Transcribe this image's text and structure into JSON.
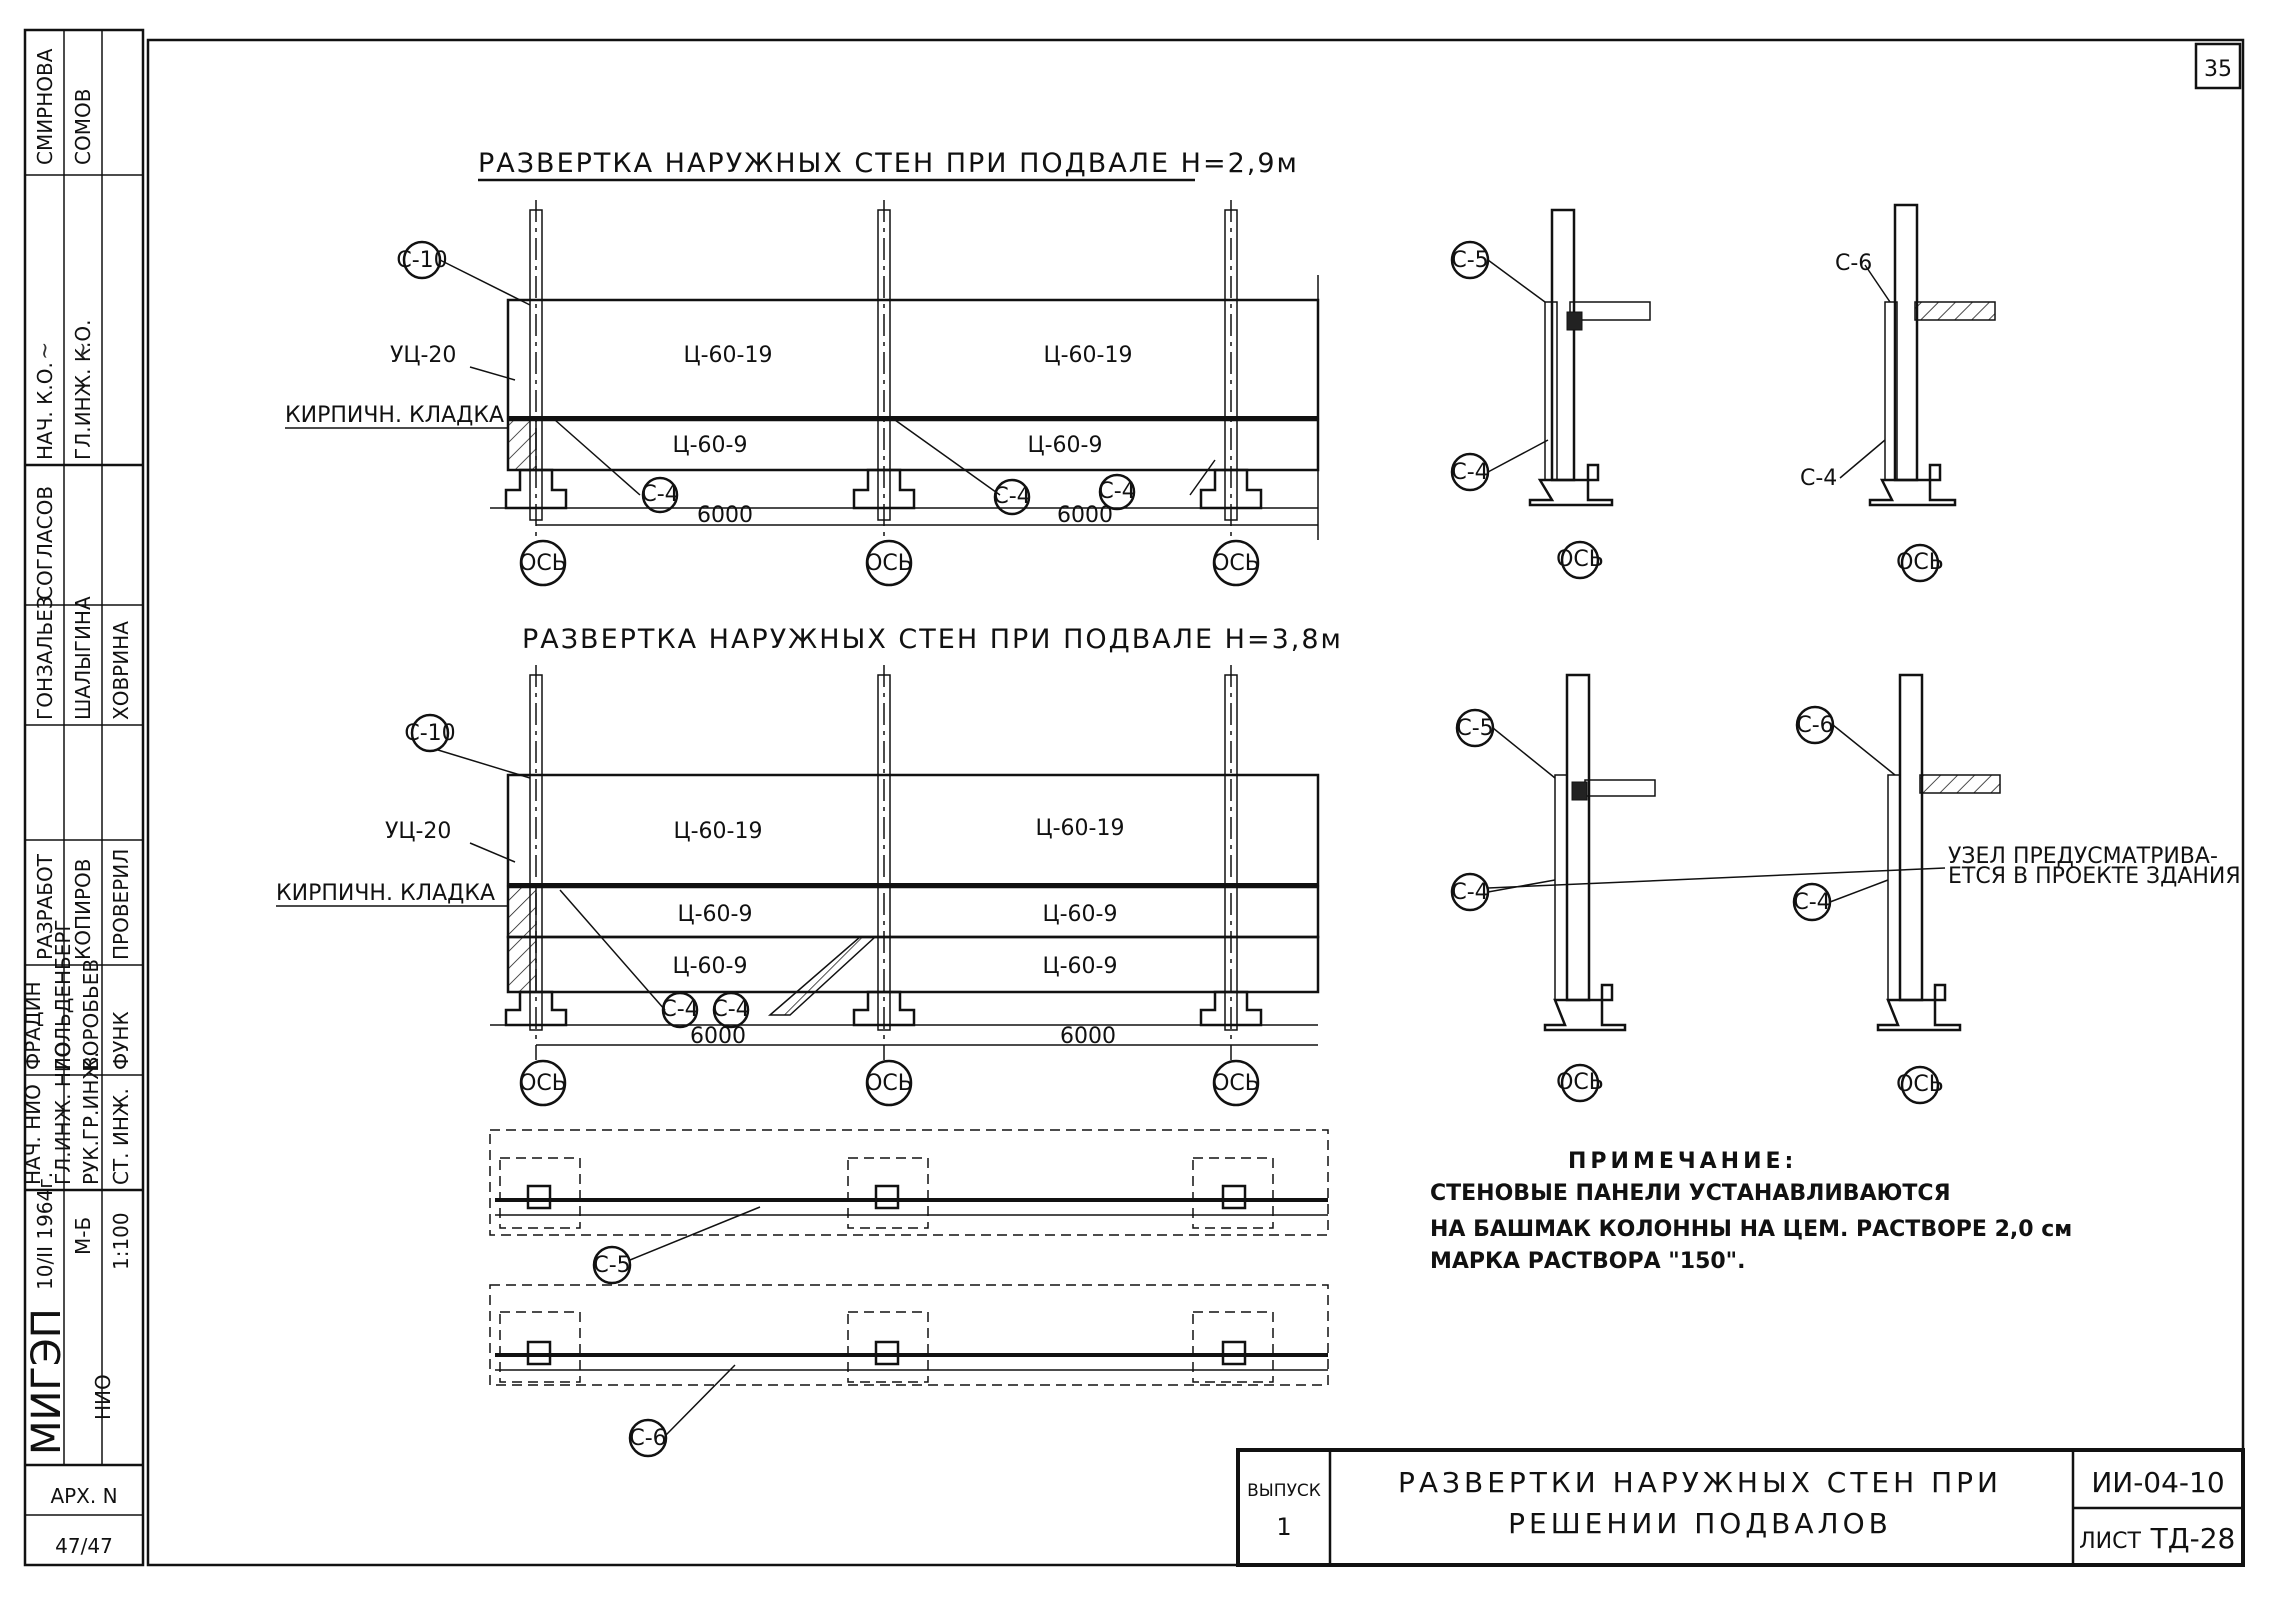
{
  "sheet_number": "35",
  "section_1": {
    "title": "РАЗВЕРТКА НАРУЖНЫХ СТЕН ПРИ ПОДВАЛЕ Н=2,9м",
    "mark_c10": "С-10",
    "label_uc20": "УЦ-20",
    "label_brick": "КИРПИЧН. КЛАДКА",
    "panel_top_1": "Ц-60-19",
    "panel_top_2": "Ц-60-19",
    "panel_bot_1": "Ц-60-9",
    "panel_bot_2": "Ц-60-9",
    "mark_c4_a": "С-4",
    "mark_c4_b": "С-4",
    "mark_c4_c": "С-4",
    "dim_1": "6000",
    "dim_2": "6000",
    "axis": [
      "ОСЬ",
      "ОСЬ",
      "ОСЬ"
    ]
  },
  "section_2": {
    "title": "РАЗВЕРТКА НАРУЖНЫХ СТЕН ПРИ ПОДВАЛЕ Н=3,8м",
    "mark_c10": "С-10",
    "label_uc20": "УЦ-20",
    "label_brick": "КИРПИЧН. КЛАДКА",
    "panel_top_1": "Ц-60-19",
    "panel_top_2": "Ц-60-19",
    "panel_mid_1": "Ц-60-9",
    "panel_mid_2": "Ц-60-9",
    "panel_bot_1": "Ц-60-9",
    "panel_bot_2": "Ц-60-9",
    "mark_c4_a": "С-4",
    "mark_c4_b": "С-4",
    "dim_1": "6000",
    "dim_2": "6000",
    "axis": [
      "ОСЬ",
      "ОСЬ",
      "ОСЬ"
    ]
  },
  "details": {
    "top_left_c5": "С-5",
    "top_left_c4": "С-4",
    "top_right_c6": "С-6",
    "top_right_c4": "С-4",
    "bottom_left_c5": "С-5",
    "bottom_left_c4": "С-4",
    "bottom_right_c6": "С-6",
    "bottom_right_c4": "С-4",
    "node_note_line1": "УЗЕЛ ПРЕДУСМАТРИВА-",
    "node_note_line2": "ЕТСЯ В ПРОЕКТЕ ЗДАНИЯ",
    "axis": [
      "ОСЬ",
      "ОСЬ",
      "ОСЬ",
      "ОСЬ"
    ]
  },
  "plans": {
    "mark_c5": "С-5",
    "mark_c6": "С-6"
  },
  "note": {
    "heading": "ПРИМЕЧАНИЕ:",
    "line1": "СТЕНОВЫЕ ПАНЕЛИ УСТАНАВЛИВАЮТСЯ",
    "line2": "НА БАШМАК КОЛОННЫ НА ЦЕМ. РАСТВОРЕ 2,0 см",
    "line3": "МАРКА РАСТВОРА \"150\"."
  },
  "title_block": {
    "issue_label": "ВЫПУСК",
    "issue_number": "1",
    "title_line1": "РАЗВЕРТКИ НАРУЖНЫХ СТЕН ПРИ",
    "title_line2": "РЕШЕНИИ ПОДВАЛОВ",
    "code": "ИИ-04-10",
    "sheet_label": "ЛИСТ",
    "sheet_id": "ТД-28"
  },
  "stamp": {
    "r1": [
      "НАЧ. К.О.",
      "",
      "СМИРНОВА"
    ],
    "r2": [
      "ГЛ.ИНЖ. К.О.",
      "",
      "СОМОВ"
    ],
    "r3": [
      "СОГЛАСОВ",
      "",
      ""
    ],
    "r4": [
      "ГОНЗАЛЬЕЗ",
      "ШАЛЫГИНА",
      "ХОВРИНА"
    ],
    "r5": [
      "РАЗРАБОТ",
      "КОПИРОВ",
      "ПРОВЕРИЛ"
    ],
    "r6": [
      "ФРАДИН",
      "ГОЛЬДЕНБЕРГ",
      "ВОРОБЬЕВ",
      "ФУНК"
    ],
    "r7": [
      "НАЧ. НИО",
      "ГЛ.ИНЖ. НИО",
      "РУК.ГР.ИНЖ.",
      "СТ. ИНЖ."
    ],
    "date": "10/II 1964г.",
    "scale_label": "М-Б",
    "scale": "1:100",
    "org": "МИГЭП",
    "dept": "НИО",
    "archive_label": "АРХ. N",
    "archive_number": "47/47"
  }
}
